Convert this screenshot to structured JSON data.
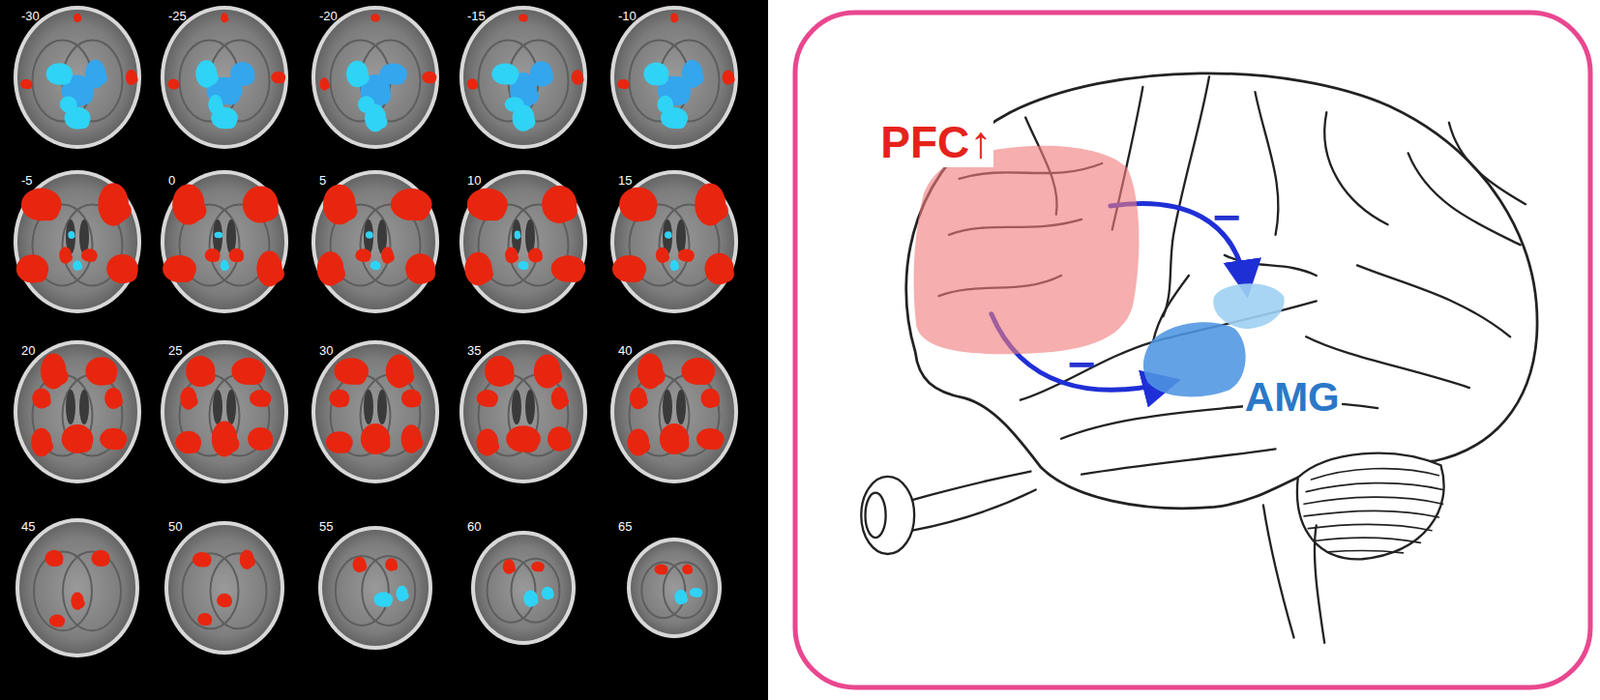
{
  "diagram": {
    "nodes": [
      {
        "text": [
          "PFC↑"
        ]
      },
      {
        "text": [
          "AMG"
        ]
      }
    ],
    "edges": [
      {
        "from": 0,
        "to": 1,
        "arrow": "to",
        "label": "−"
      },
      {
        "from": 0,
        "to": 1,
        "arrow": "to",
        "label": "−"
      }
    ],
    "labels": [
      "-30",
      "-25",
      "-20",
      "-15",
      "-10",
      "-5",
      "0",
      "5",
      "10",
      "15",
      "20",
      "25",
      "30",
      "35",
      "40",
      "45",
      "50",
      "55",
      "60",
      "65"
    ]
  }
}
